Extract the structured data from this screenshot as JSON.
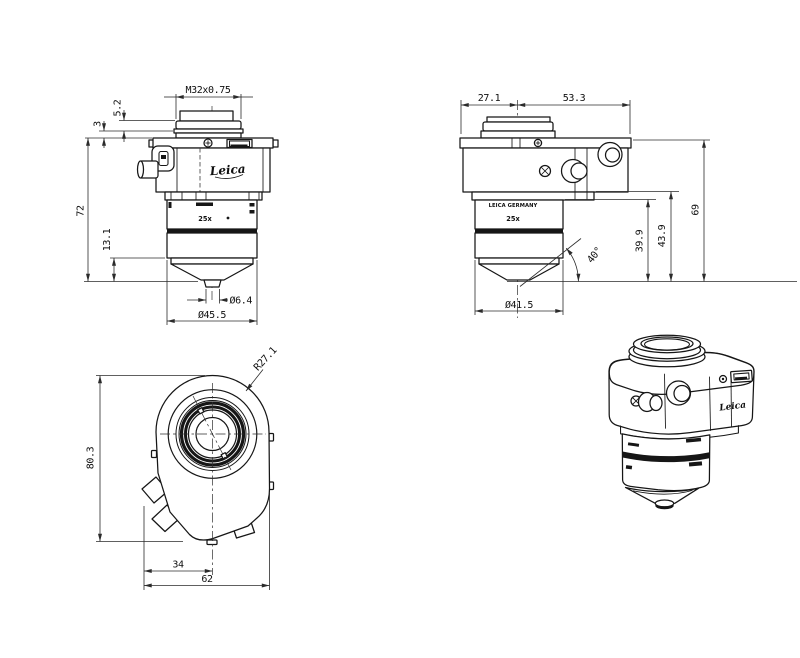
{
  "brand": {
    "logo": "Leica"
  },
  "front": {
    "thread": "M32x0.75",
    "neck_height": "5.2",
    "lip_height": "3",
    "overall_height": "72",
    "cone_height": "13.1",
    "tip_diameter": "Ø6.4",
    "body_diameter": "Ø45.5",
    "magnification": "25x"
  },
  "side": {
    "offset_left": "27.1",
    "offset_right": "53.3",
    "overall_height": "69",
    "height_to_flange": "43.9",
    "height_to_shoulder": "39.9",
    "cone_angle": "40°",
    "barrel_diameter": "Ø41.5",
    "engraving": "LEICA GERMANY",
    "magnification": "25x"
  },
  "plan": {
    "top_radius": "R27.1",
    "body_height": "80.3",
    "center_offset": "34",
    "body_width": "62"
  }
}
